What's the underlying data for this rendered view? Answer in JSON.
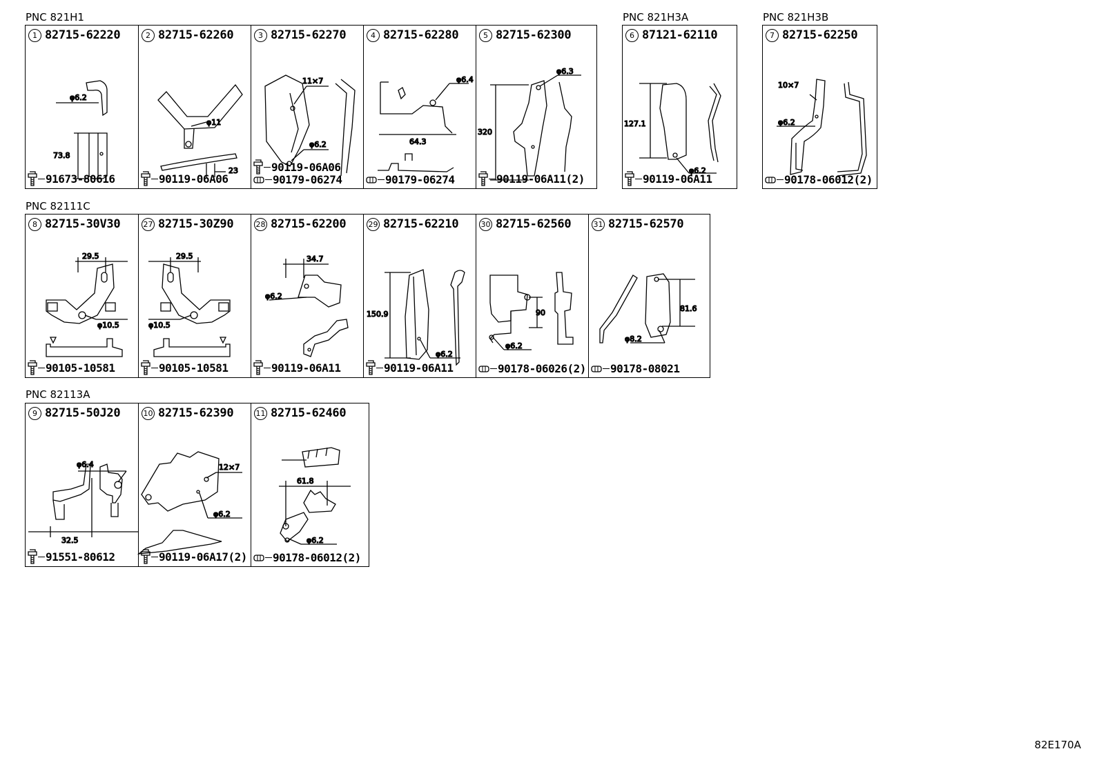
{
  "groups": [
    {
      "pnc": "PNC 821H1",
      "cells": [
        {
          "num": "1",
          "part": "82715-62220",
          "fasteners": [
            {
              "type": "bolt",
              "pn": "91673-80616"
            }
          ],
          "dims": [
            "φ6.2",
            "73.8"
          ]
        },
        {
          "num": "2",
          "part": "82715-62260",
          "fasteners": [
            {
              "type": "bolt",
              "pn": "90119-06A06"
            }
          ],
          "dims": [
            "φ11",
            "23"
          ]
        },
        {
          "num": "3",
          "part": "82715-62270",
          "fasteners": [
            {
              "type": "bolt",
              "pn": "90119-06A06"
            },
            {
              "type": "nut",
              "pn": "90179-06274"
            }
          ],
          "dims": [
            "11×7",
            "φ6.2"
          ]
        },
        {
          "num": "4",
          "part": "82715-62280",
          "fasteners": [
            {
              "type": "nut",
              "pn": "90179-06274"
            }
          ],
          "dims": [
            "φ6.4",
            "64.3"
          ]
        },
        {
          "num": "5",
          "part": "82715-62300",
          "fasteners": [
            {
              "type": "bolt",
              "pn": "90119-06A11(2)"
            }
          ],
          "dims": [
            "φ6.3",
            "320"
          ]
        }
      ]
    },
    {
      "pnc": "PNC 821H3A",
      "cells": [
        {
          "num": "6",
          "part": "87121-62110",
          "fasteners": [
            {
              "type": "bolt",
              "pn": "90119-06A11"
            }
          ],
          "dims": [
            "127.1",
            "φ6.2"
          ]
        }
      ]
    },
    {
      "pnc": "PNC 821H3B",
      "cells": [
        {
          "num": "7",
          "part": "82715-62250",
          "fasteners": [
            {
              "type": "nut",
              "pn": "90178-06012(2)"
            }
          ],
          "dims": [
            "10×7",
            "φ6.2"
          ]
        }
      ]
    },
    {
      "pnc": "PNC 82111C",
      "cells": [
        {
          "num": "8",
          "part": "82715-30V30",
          "fasteners": [
            {
              "type": "bolt",
              "pn": "90105-10581"
            }
          ],
          "dims": [
            "29.5",
            "φ10.5"
          ]
        },
        {
          "num": "27",
          "part": "82715-30Z90",
          "fasteners": [
            {
              "type": "bolt",
              "pn": "90105-10581"
            }
          ],
          "dims": [
            "29.5",
            "φ10.5"
          ]
        },
        {
          "num": "28",
          "part": "82715-62200",
          "fasteners": [
            {
              "type": "bolt",
              "pn": "90119-06A11"
            }
          ],
          "dims": [
            "34.7",
            "φ6.2"
          ]
        },
        {
          "num": "29",
          "part": "82715-62210",
          "fasteners": [
            {
              "type": "bolt",
              "pn": "90119-06A11"
            }
          ],
          "dims": [
            "150.9",
            "φ6.2"
          ]
        },
        {
          "num": "30",
          "part": "82715-62560",
          "fasteners": [
            {
              "type": "nut",
              "pn": "90178-06026(2)"
            }
          ],
          "dims": [
            "90",
            "φ6.2"
          ]
        },
        {
          "num": "31",
          "part": "82715-62570",
          "fasteners": [
            {
              "type": "nut",
              "pn": "90178-08021"
            }
          ],
          "dims": [
            "81.6",
            "φ8.2"
          ]
        }
      ]
    },
    {
      "pnc": "PNC 82113A",
      "cells": [
        {
          "num": "9",
          "part": "82715-50J20",
          "fasteners": [
            {
              "type": "bolt",
              "pn": "91551-80612"
            }
          ],
          "dims": [
            "φ6.4",
            "32.5"
          ]
        },
        {
          "num": "10",
          "part": "82715-62390",
          "fasteners": [
            {
              "type": "bolt",
              "pn": "90119-06A17(2)"
            }
          ],
          "dims": [
            "12×7",
            "φ6.2"
          ]
        },
        {
          "num": "11",
          "part": "82715-62460",
          "fasteners": [
            {
              "type": "nut",
              "pn": "90178-06012(2)"
            }
          ],
          "dims": [
            "61.8",
            "φ6.2"
          ]
        }
      ]
    }
  ],
  "diagram_code": "82E170A"
}
